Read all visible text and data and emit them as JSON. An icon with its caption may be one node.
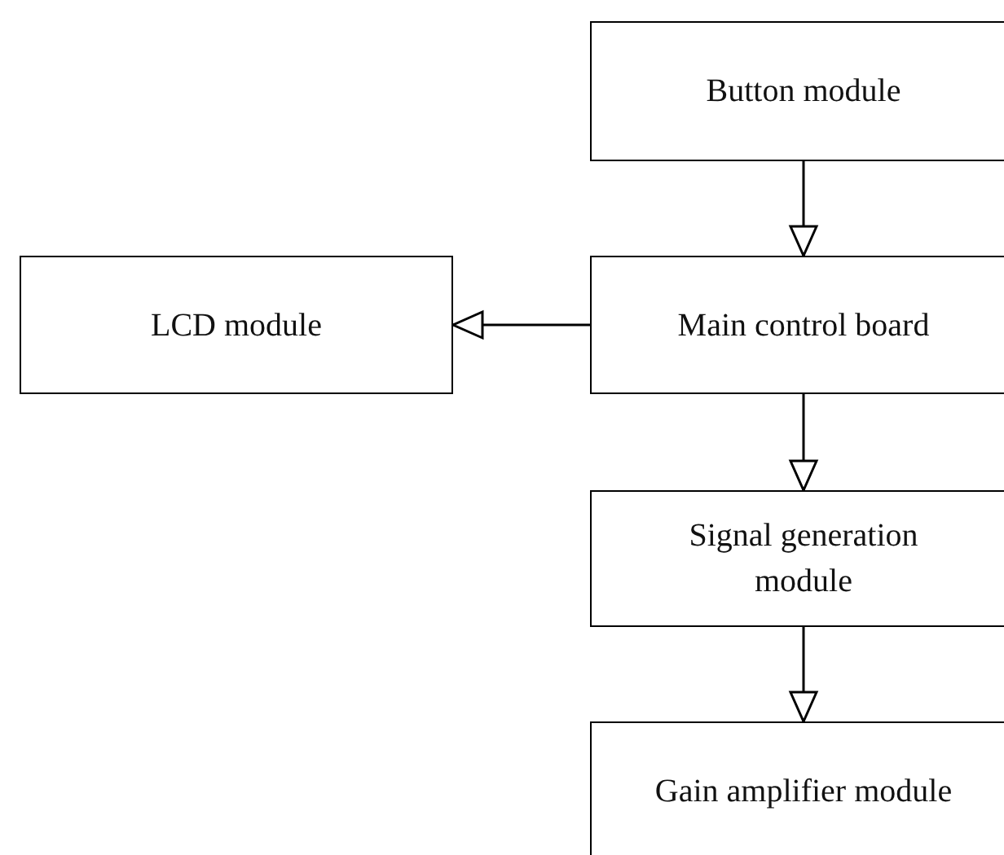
{
  "diagram": {
    "nodes": [
      {
        "text": [
          "Button module"
        ]
      },
      {
        "text": [
          "LCD module"
        ]
      },
      {
        "text": [
          "Main control board"
        ]
      },
      {
        "text": [
          "Signal generation module"
        ]
      },
      {
        "text": [
          "Gain amplifier module"
        ]
      }
    ],
    "edges": [
      {
        "from": 0,
        "to": 2,
        "arrow": "to"
      },
      {
        "from": 2,
        "to": 1,
        "arrow": "to"
      },
      {
        "from": 2,
        "to": 3,
        "arrow": "to"
      },
      {
        "from": 3,
        "to": 4,
        "arrow": "to"
      }
    ]
  }
}
